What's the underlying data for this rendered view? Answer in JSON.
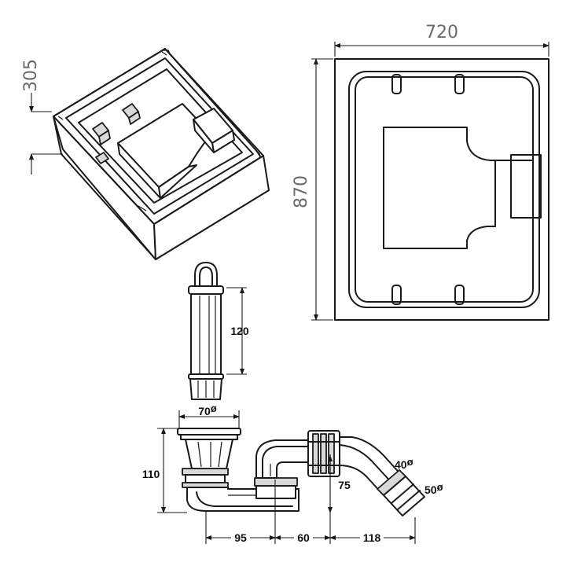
{
  "top_view": {
    "width_label": "720",
    "depth_label": "870"
  },
  "iso_view": {
    "height_label": "305"
  },
  "standpipe": {
    "height_label": "120"
  },
  "trap": {
    "outlet_diameter_label": "70",
    "height_label": "110",
    "offset_height_label": "75",
    "horizontal_labels": [
      "95",
      "60",
      "118"
    ],
    "elbow_diameter_label": "40",
    "outlet_pipe_diameter_label": "50",
    "diameter_symbol": "ø"
  }
}
